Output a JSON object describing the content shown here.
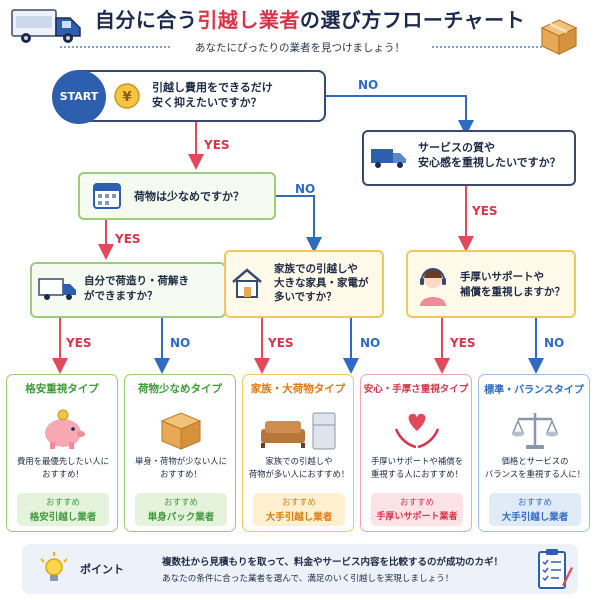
{
  "header": {
    "title_lead": "自分に合う",
    "title_accent": "引越し業者",
    "title_tail": "の選び方フローチャート",
    "subtitle": "あなたにぴったりの業者を見つけましょう！"
  },
  "flow": {
    "start_label": "START",
    "yes_label": "YES",
    "no_label": "NO",
    "q_cost_line1": "引越し費用をできるだけ",
    "q_cost_line2": "安く抑えたいですか？",
    "q_service_line1": "サービスの質や",
    "q_service_line2": "安心感を重視したいですか？",
    "q_luggage": "荷物は少なめですか？",
    "q_pack_line1": "自分で荷造り・荷解き",
    "q_pack_line2": "ができますか？",
    "q_family_line1": "家族での引越しや",
    "q_family_line2": "大きな家具・家電が",
    "q_family_line3": "多いですか？",
    "q_support_line1": "手厚いサポートや",
    "q_support_line2": "補償を重視しますか？"
  },
  "results": [
    {
      "title": "格安重視タイプ",
      "desc1": "費用を最優先したい人に",
      "desc2": "おすすめ！",
      "rec_label": "おすすめ",
      "rec_value": "格安引越し業者",
      "color": "#3f9a3a",
      "bg": "#e6f3dc",
      "border": "#9ccc7a",
      "icon": "piggy-bank-icon"
    },
    {
      "title": "荷物少なめタイプ",
      "desc1": "単身・荷物が少ない人に",
      "desc2": "おすすめ！",
      "rec_label": "おすすめ",
      "rec_value": "単身パック業者",
      "color": "#3f9a3a",
      "bg": "#e6f3dc",
      "border": "#9ccc7a",
      "icon": "cardboard-box-icon"
    },
    {
      "title": "家族・大荷物タイプ",
      "desc1": "家族での引越しや",
      "desc2": "荷物が多い人におすすめ！",
      "rec_label": "おすすめ",
      "rec_value": "大手引越し業者",
      "color": "#e07a10",
      "bg": "#fff0cf",
      "border": "#f1c860",
      "icon": "sofa-fridge-icon"
    },
    {
      "title": "安心・手厚さ重視タイプ",
      "desc1": "手厚いサポートや補償を",
      "desc2": "重視する人におすすめ！",
      "rec_label": "おすすめ",
      "rec_value": "手厚いサポート業者",
      "color": "#d8344a",
      "bg": "#fde3e6",
      "border": "#f0a7b2",
      "icon": "heart-hands-icon"
    },
    {
      "title": "標準・バランスタイプ",
      "desc1": "価格とサービスの",
      "desc2": "バランスを重視する人に！",
      "rec_label": "おすすめ",
      "rec_value": "大手引越し業者",
      "color": "#2e6cc4",
      "bg": "#e1ebf8",
      "border": "#9fbde6",
      "icon": "scales-icon"
    }
  ],
  "tip": {
    "label": "ポイント",
    "line1": "複数社から見積もりを取って、料金やサービス内容を比較するのが成功のカギ！",
    "line2": "あなたの条件に合った業者を選んで、満足のいく引越しを実現しましょう！"
  }
}
